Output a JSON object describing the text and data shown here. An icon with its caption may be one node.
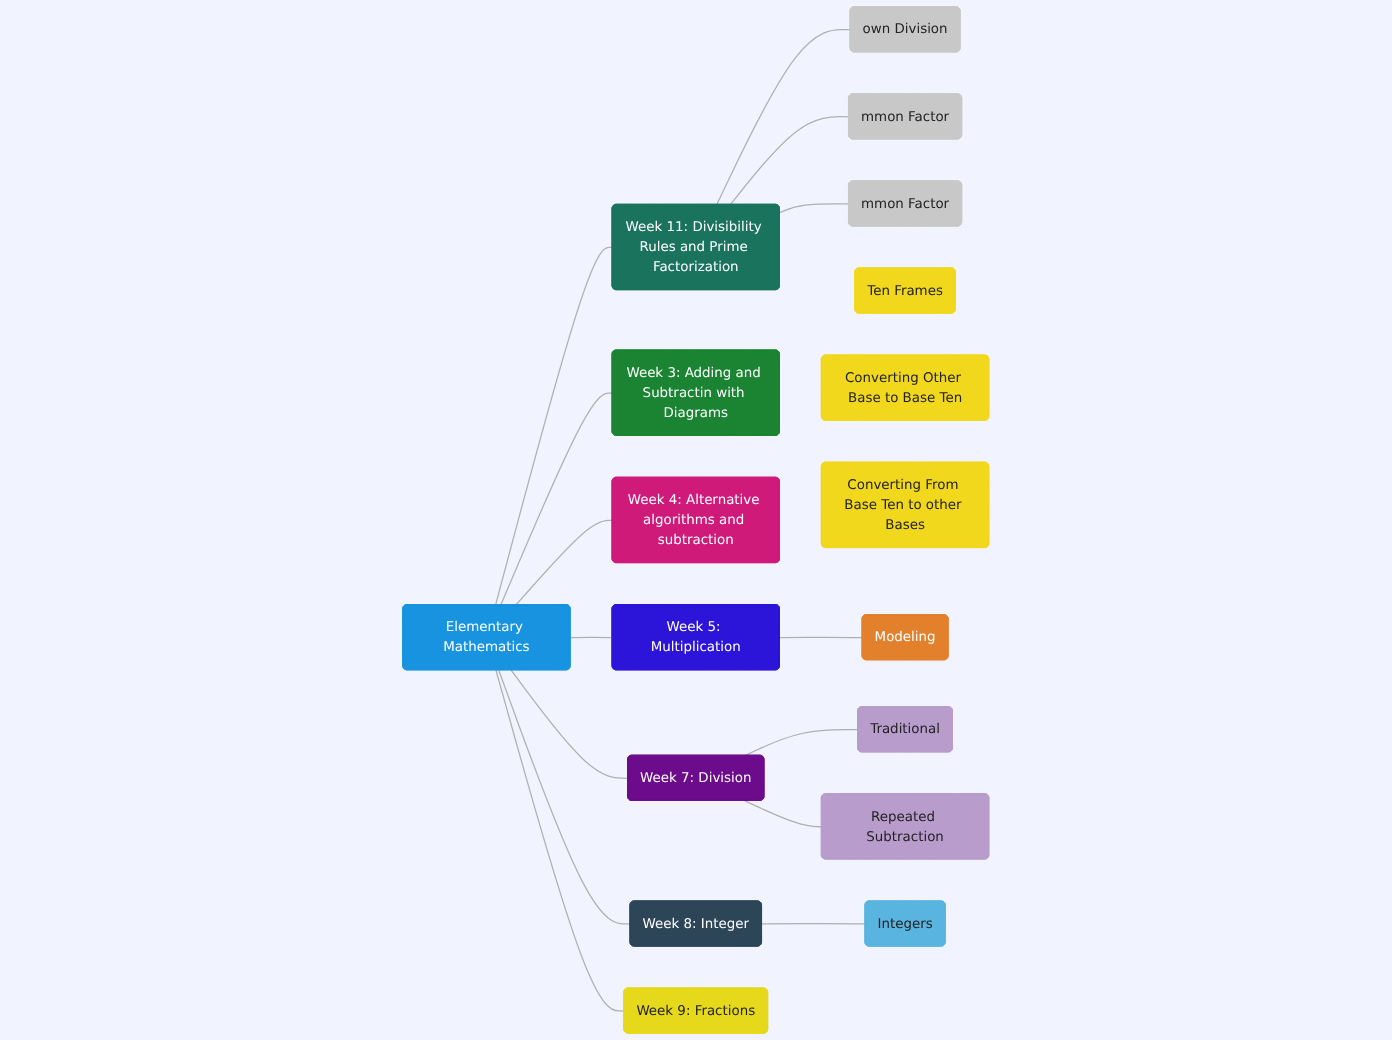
{
  "diagram": {
    "nodes": [
      {
        "text": [
          "Elementary Mathematics"
        ]
      },
      {
        "text": [
          "Week 11: Divisibility Rules and Prime Factorization"
        ]
      },
      {
        "text": [
          "own Division"
        ]
      },
      {
        "text": [
          "mmon Factor"
        ]
      },
      {
        "text": [
          "mmon Factor"
        ]
      },
      {
        "text": [
          "Ten Frames"
        ]
      },
      {
        "text": [
          "Converting Other Base to Base Ten"
        ]
      },
      {
        "text": [
          "Converting From Base Ten to other Bases"
        ]
      },
      {
        "text": [
          "Week 3: Adding and Subtractin with Diagrams"
        ]
      },
      {
        "text": [
          "Week 4: Alternative algorithms and subtraction"
        ]
      },
      {
        "text": [
          "Week 5: Multiplication"
        ]
      },
      {
        "text": [
          "Modeling"
        ]
      },
      {
        "text": [
          "Week 7: Division"
        ]
      },
      {
        "text": [
          "Traditional"
        ]
      },
      {
        "text": [
          "Repeated Subtraction"
        ]
      },
      {
        "text": [
          "Week 8: Integer"
        ]
      },
      {
        "text": [
          "Integers"
        ]
      },
      {
        "text": [
          "Week 9: Fractions"
        ]
      }
    ],
    "edges": [
      {
        "from": 0,
        "to": 1,
        "arrow": "none"
      },
      {
        "from": 1,
        "to": 2,
        "arrow": "none"
      },
      {
        "from": 1,
        "to": 3,
        "arrow": "none"
      },
      {
        "from": 1,
        "to": 4,
        "arrow": "none"
      },
      {
        "from": 0,
        "to": 8,
        "arrow": "none"
      },
      {
        "from": 0,
        "to": 9,
        "arrow": "none"
      },
      {
        "from": 0,
        "to": 10,
        "arrow": "none"
      },
      {
        "from": 10,
        "to": 11,
        "arrow": "none"
      },
      {
        "from": 0,
        "to": 12,
        "arrow": "none"
      },
      {
        "from": 12,
        "to": 13,
        "arrow": "none"
      },
      {
        "from": 12,
        "to": 14,
        "arrow": "none"
      },
      {
        "from": 0,
        "to": 15,
        "arrow": "none"
      },
      {
        "from": 15,
        "to": 16,
        "arrow": "none"
      },
      {
        "from": 0,
        "to": 17,
        "arrow": "none"
      }
    ]
  }
}
